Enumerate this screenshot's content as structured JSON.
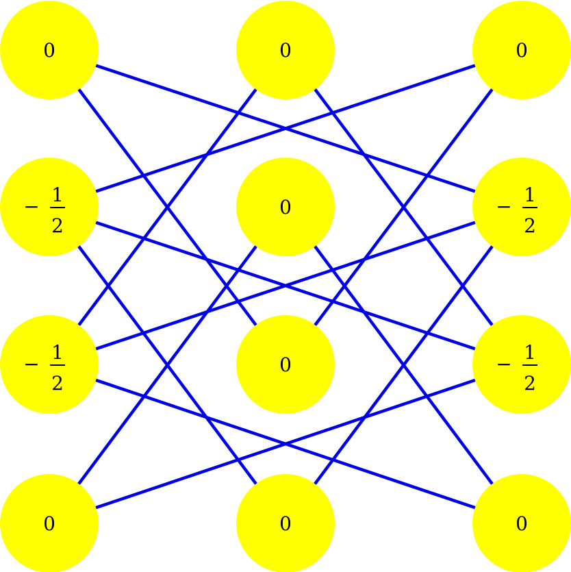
{
  "colors": {
    "node_fill": "#ffff00",
    "edge_stroke": "#0000e6",
    "label": "#000000"
  },
  "nodes": [
    {
      "id": "n0",
      "row": 0,
      "col": 0,
      "label": "0"
    },
    {
      "id": "n1",
      "row": 0,
      "col": 1,
      "label": "0"
    },
    {
      "id": "n2",
      "row": 0,
      "col": 2,
      "label": "0"
    },
    {
      "id": "n3",
      "row": 1,
      "col": 0,
      "label": "−",
      "frac_num": "1",
      "frac_den": "2"
    },
    {
      "id": "n4",
      "row": 1,
      "col": 1,
      "label": "0"
    },
    {
      "id": "n5",
      "row": 1,
      "col": 2,
      "label": "−",
      "frac_num": "1",
      "frac_den": "2"
    },
    {
      "id": "n6",
      "row": 2,
      "col": 0,
      "label": "−",
      "frac_num": "1",
      "frac_den": "2"
    },
    {
      "id": "n7",
      "row": 2,
      "col": 1,
      "label": "0"
    },
    {
      "id": "n8",
      "row": 2,
      "col": 2,
      "label": "−",
      "frac_num": "1",
      "frac_den": "2"
    },
    {
      "id": "n9",
      "row": 3,
      "col": 0,
      "label": "0"
    },
    {
      "id": "n10",
      "row": 3,
      "col": 1,
      "label": "0"
    },
    {
      "id": "n11",
      "row": 3,
      "col": 2,
      "label": "0"
    }
  ],
  "edges": [
    [
      "n0",
      "n5"
    ],
    [
      "n0",
      "n7"
    ],
    [
      "n1",
      "n6"
    ],
    [
      "n1",
      "n8"
    ],
    [
      "n2",
      "n3"
    ],
    [
      "n2",
      "n7"
    ],
    [
      "n3",
      "n8"
    ],
    [
      "n3",
      "n10"
    ],
    [
      "n4",
      "n9"
    ],
    [
      "n4",
      "n11"
    ],
    [
      "n5",
      "n6"
    ],
    [
      "n5",
      "n10"
    ],
    [
      "n6",
      "n11"
    ],
    [
      "n8",
      "n9"
    ]
  ]
}
